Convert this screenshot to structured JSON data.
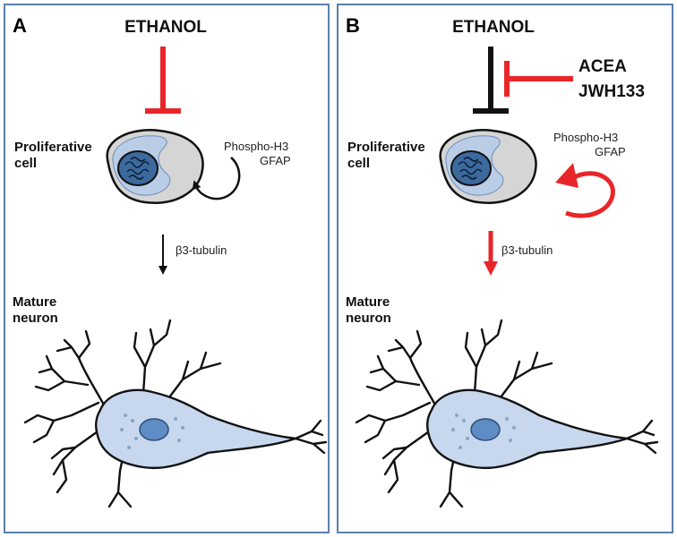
{
  "colors": {
    "frame": "#5b7fae",
    "inhibit_red": "#e8262a",
    "black": "#111111",
    "cell_membrane": "#b9cde6",
    "cytoplasm": "#d7d7d7",
    "nucleus": "#3c6a9f",
    "neuron_fill": "#c7d8ee",
    "neuron_nucleus": "#5f8cc4"
  },
  "panel_a": {
    "letter": "A",
    "drug": "ETHANOL",
    "cell_label": [
      "Proliferative",
      "cell"
    ],
    "markers": [
      "Phospho-H3",
      "GFAP"
    ],
    "tubulin": "β3-tubulin",
    "neuron_label": [
      "Mature",
      "neuron"
    ]
  },
  "panel_b": {
    "letter": "B",
    "drug": "ETHANOL",
    "agonists": [
      "ACEA",
      "JWH133"
    ],
    "cell_label": [
      "Proliferative",
      "cell"
    ],
    "markers": [
      "Phospho-H3",
      "GFAP"
    ],
    "tubulin": "β3-tubulin",
    "neuron_label": [
      "Mature",
      "neuron"
    ]
  }
}
